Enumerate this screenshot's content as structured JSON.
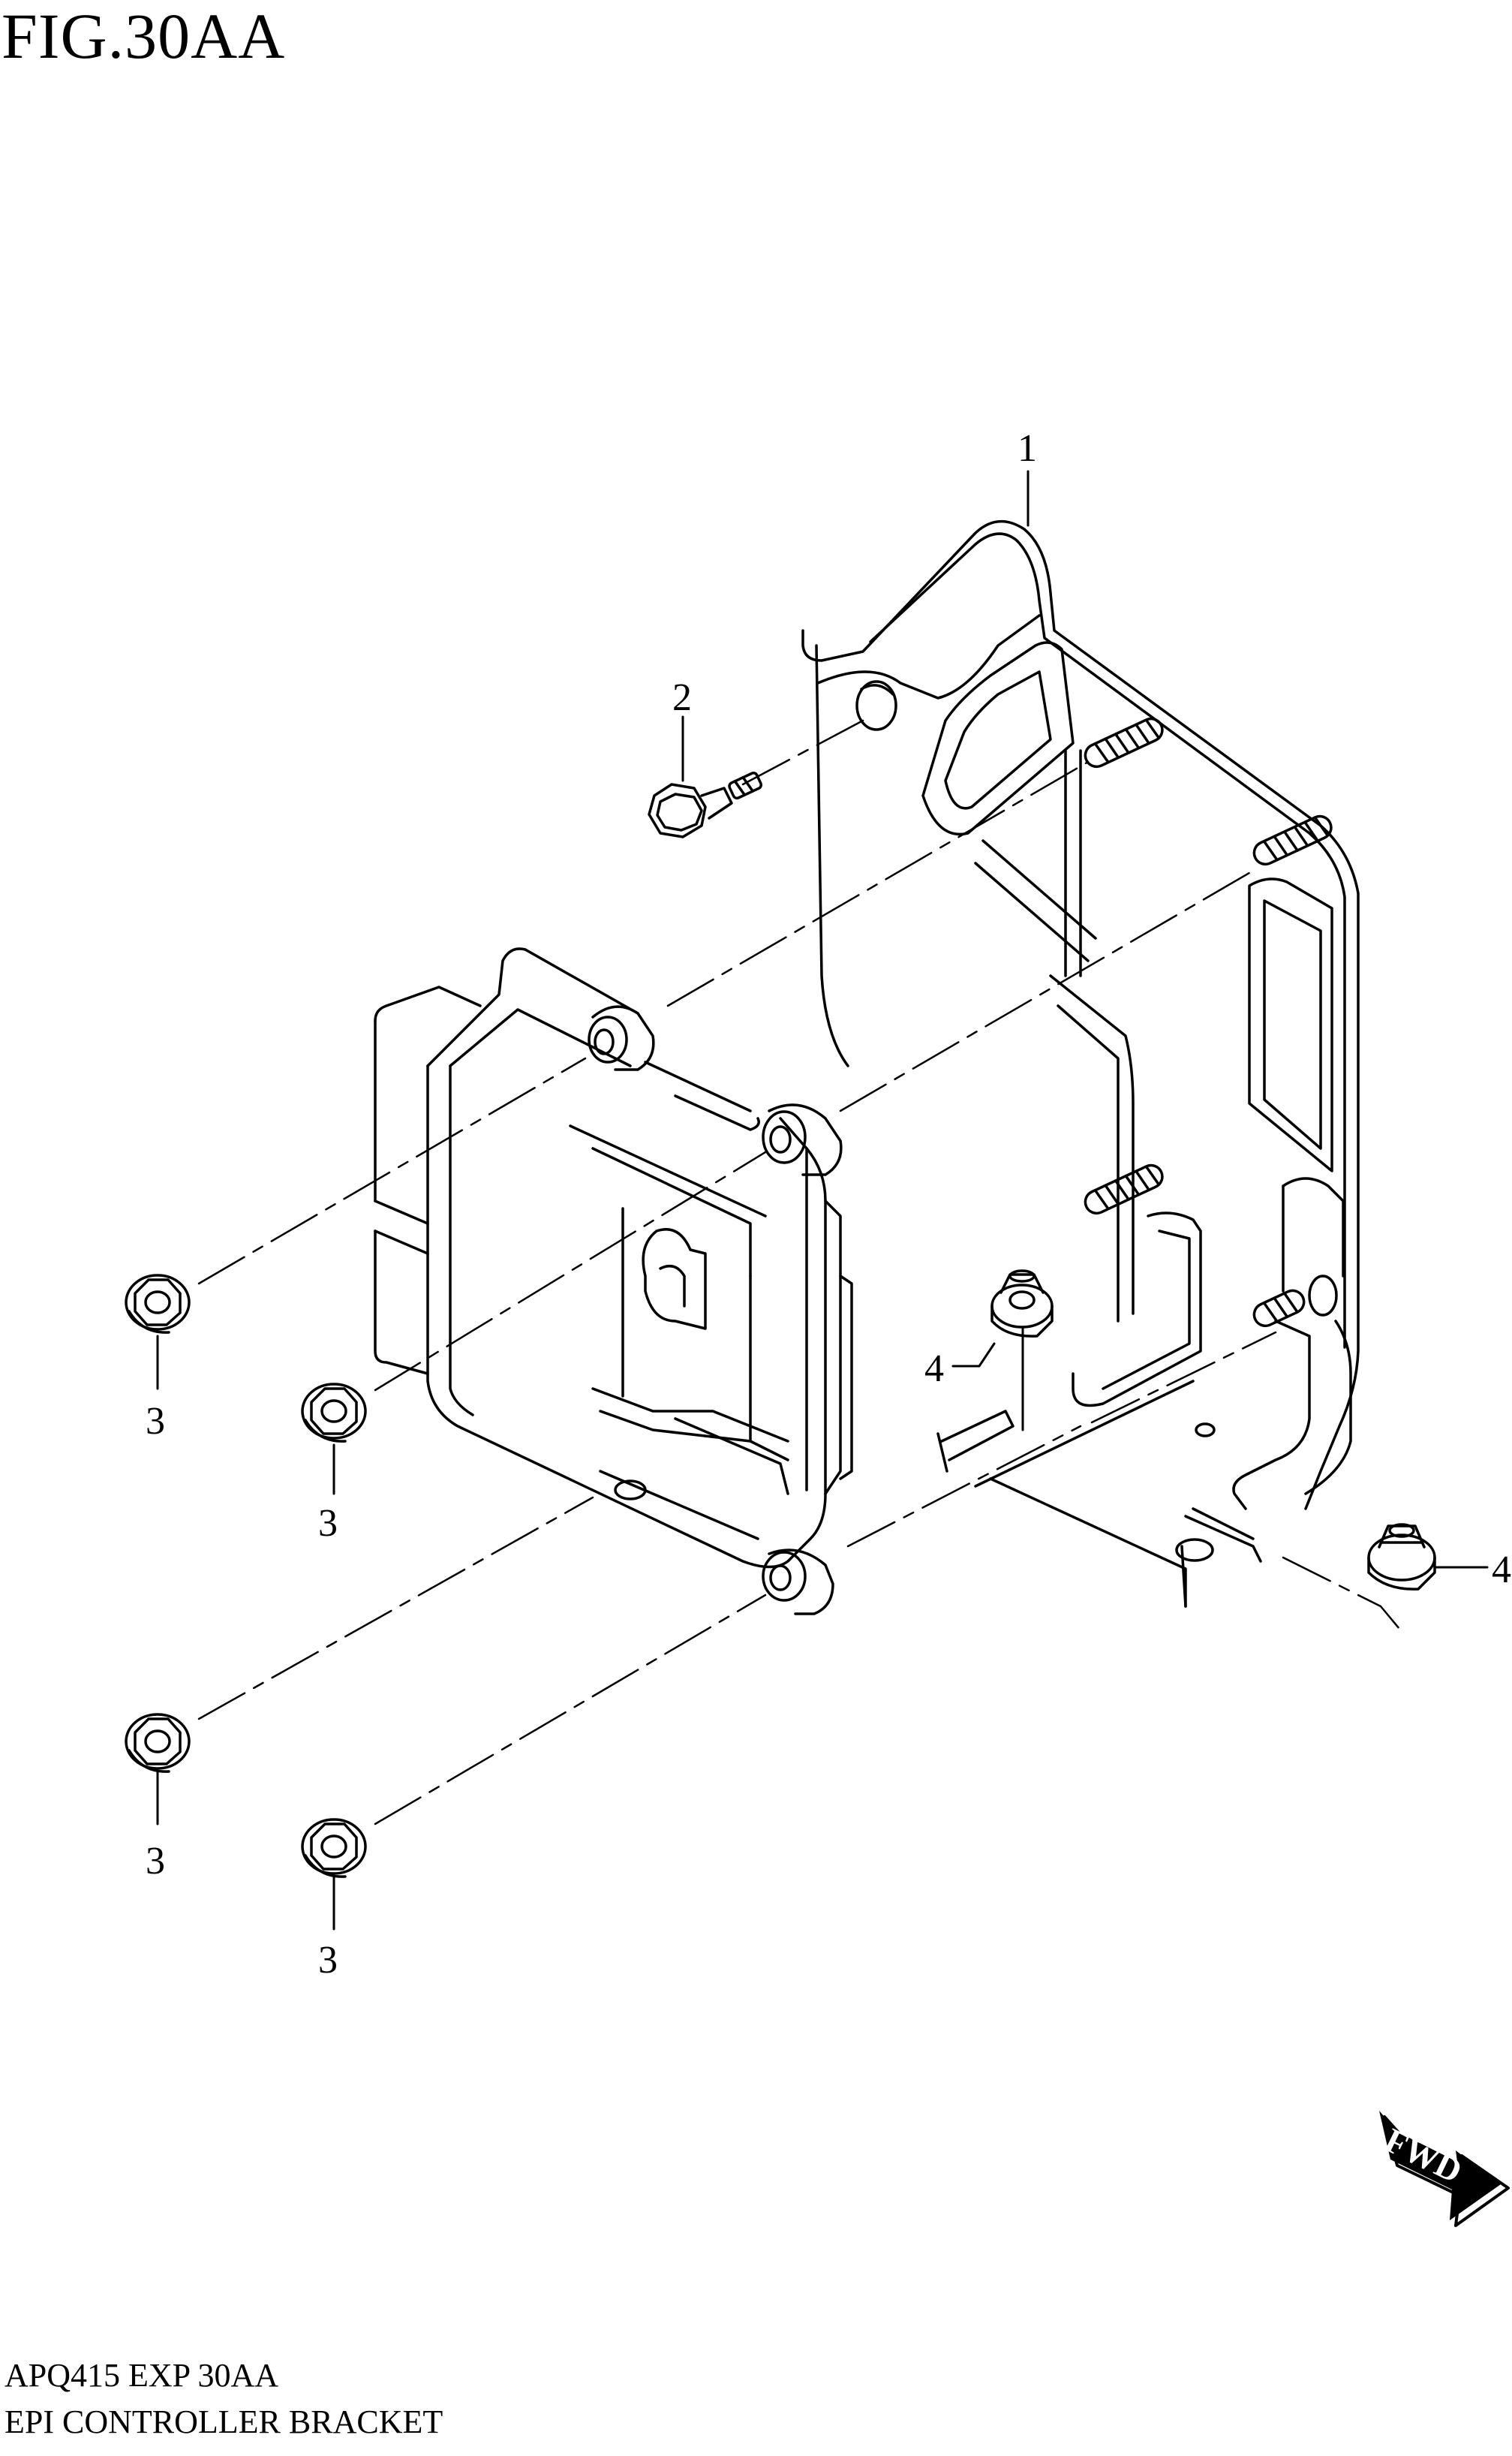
{
  "figure": {
    "title": "FIG.30AA"
  },
  "callouts": [
    {
      "id": "c1",
      "label": "1"
    },
    {
      "id": "c2",
      "label": "2"
    },
    {
      "id": "c3a",
      "label": "3"
    },
    {
      "id": "c3b",
      "label": "3"
    },
    {
      "id": "c3c",
      "label": "3"
    },
    {
      "id": "c3d",
      "label": "3"
    },
    {
      "id": "c4a",
      "label": "4"
    },
    {
      "id": "c4b",
      "label": "4"
    }
  ],
  "fwd_badge": {
    "label": "FWD"
  },
  "footer": {
    "code": "APQ415 EXP 30AA",
    "name": "EPI CONTROLLER BRACKET"
  }
}
